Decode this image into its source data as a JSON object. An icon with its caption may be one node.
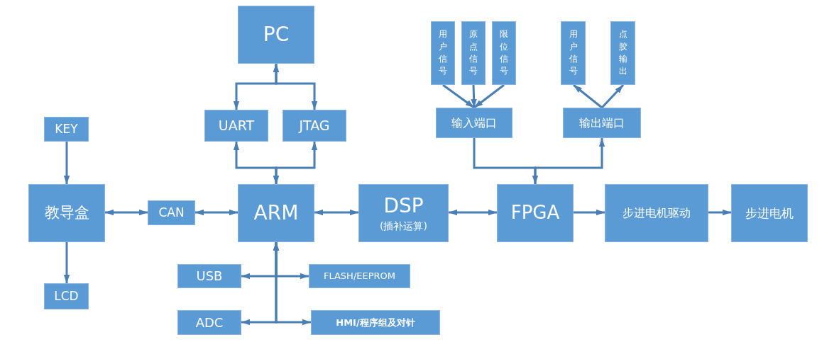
{
  "diagram": {
    "nodes": [
      {
        "text": [
          "PC"
        ]
      },
      {
        "text": [
          "UART"
        ]
      },
      {
        "text": [
          "JTAG"
        ]
      },
      {
        "text": [
          "KEY"
        ]
      },
      {
        "text": [
          "教导盒"
        ]
      },
      {
        "text": [
          "CAN"
        ]
      },
      {
        "text": [
          "ARM"
        ]
      },
      {
        "text": [
          "DSP",
          "(插补运算)"
        ]
      },
      {
        "text": [
          "FPGA"
        ]
      },
      {
        "text": [
          "步进电机驱动"
        ]
      },
      {
        "text": [
          "步进电机"
        ]
      },
      {
        "text": [
          "用户信号"
        ]
      },
      {
        "text": [
          "原点信号"
        ]
      },
      {
        "text": [
          "限位信号"
        ]
      },
      {
        "text": [
          "输入端口"
        ]
      },
      {
        "text": [
          "用户信号"
        ]
      },
      {
        "text": [
          "点胶输出"
        ]
      },
      {
        "text": [
          "输出端口"
        ]
      },
      {
        "text": [
          "LCD"
        ]
      },
      {
        "text": [
          "USB"
        ]
      },
      {
        "text": [
          "FLASH/EEPROM"
        ]
      },
      {
        "text": [
          "ADC"
        ]
      },
      {
        "text": [
          "HMI/程序组及对针"
        ]
      }
    ],
    "edges": [
      {
        "from": 0,
        "to": 1,
        "arrow": "both"
      },
      {
        "from": 0,
        "to": 2,
        "arrow": "both"
      },
      {
        "from": 1,
        "to": 6,
        "arrow": "both"
      },
      {
        "from": 2,
        "to": 6,
        "arrow": "both"
      },
      {
        "from": 3,
        "to": 4,
        "arrow": "to"
      },
      {
        "from": 4,
        "to": 18,
        "arrow": "to"
      },
      {
        "from": 4,
        "to": 5,
        "arrow": "both"
      },
      {
        "from": 5,
        "to": 6,
        "arrow": "both"
      },
      {
        "from": 6,
        "to": 7,
        "arrow": "both"
      },
      {
        "from": 7,
        "to": 8,
        "arrow": "both"
      },
      {
        "from": 8,
        "to": 9,
        "arrow": "to"
      },
      {
        "from": 9,
        "to": 10,
        "arrow": "to"
      },
      {
        "from": 11,
        "to": 14,
        "arrow": "to"
      },
      {
        "from": 12,
        "to": 14,
        "arrow": "to"
      },
      {
        "from": 13,
        "to": 14,
        "arrow": "to"
      },
      {
        "from": 14,
        "to": 8,
        "arrow": "to"
      },
      {
        "from": 8,
        "to": 17,
        "arrow": "to"
      },
      {
        "from": 17,
        "to": 15,
        "arrow": "to"
      },
      {
        "from": 17,
        "to": 16,
        "arrow": "to"
      },
      {
        "from": 6,
        "to": 19,
        "arrow": "both"
      },
      {
        "from": 6,
        "to": 20,
        "arrow": "both"
      },
      {
        "from": 6,
        "to": 21,
        "arrow": "both"
      },
      {
        "from": 6,
        "to": 22,
        "arrow": "both"
      }
    ]
  }
}
